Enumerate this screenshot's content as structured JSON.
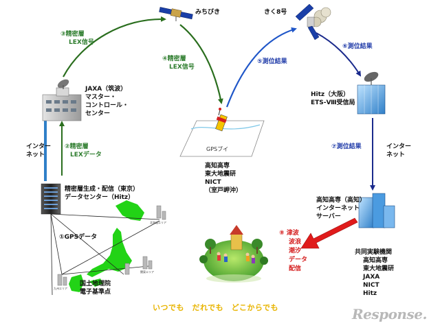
{
  "satellites": {
    "michibiki": "みちびき",
    "kiku8": "きく8号"
  },
  "steps": {
    "step3": [
      "③精密層",
      "LEX信号"
    ],
    "step4": [
      "④精密層",
      "LEX信号"
    ],
    "step5": "⑤測位結果",
    "step6": "⑥測位結果",
    "step2": [
      "②精密層",
      "LEXデータ"
    ],
    "step7": "⑦測位結果",
    "step1": "①GPSデータ",
    "step8": [
      "⑧ 津波",
      "波浪",
      "潮汐",
      "データ",
      "配信"
    ]
  },
  "network_labels": {
    "internet_left": [
      "インター",
      "ネット"
    ],
    "internet_right": [
      "インター",
      "ネット"
    ]
  },
  "nodes": {
    "jaxa_center": [
      "JAXA（筑波）",
      "マスター・",
      "コントロール・",
      "センター"
    ],
    "data_center": [
      "精密層生成・配信（東京）",
      "データセンター（Hitz）"
    ],
    "gps_buoy": "GPSブイ",
    "buoy_partners": [
      "高知高専",
      "東大地震研",
      "NICT",
      "（室戸岬沖）"
    ],
    "hitz_station": [
      "Hitz（大阪）",
      "ETS-Ⅷ受信局"
    ],
    "kochi_server": [
      "高知高専（高知）",
      "インターネット",
      "サーバー"
    ],
    "gsi": [
      "国土地理院",
      "電子基準点"
    ],
    "joint_institutions_title": "共同実験機関",
    "joint_institutions": [
      "高知高専",
      "東大地震研",
      "JAXA",
      "NICT",
      "Hitz"
    ]
  },
  "map_labels": {
    "hokkaido": "北海道エリア",
    "kanto": "関東エリア",
    "kyushu": "九州エリア"
  },
  "slogan": "いつでも　だれでも　どこからでも",
  "watermark": "Response.",
  "colors": {
    "green_arrow": "#2a6e1e",
    "blue_arrow": "#1f56c8",
    "navy_arrow": "#1a2a8c",
    "red_arrow": "#e01b1b",
    "japan_green": "#22d316",
    "slogan": "#e8b400"
  }
}
